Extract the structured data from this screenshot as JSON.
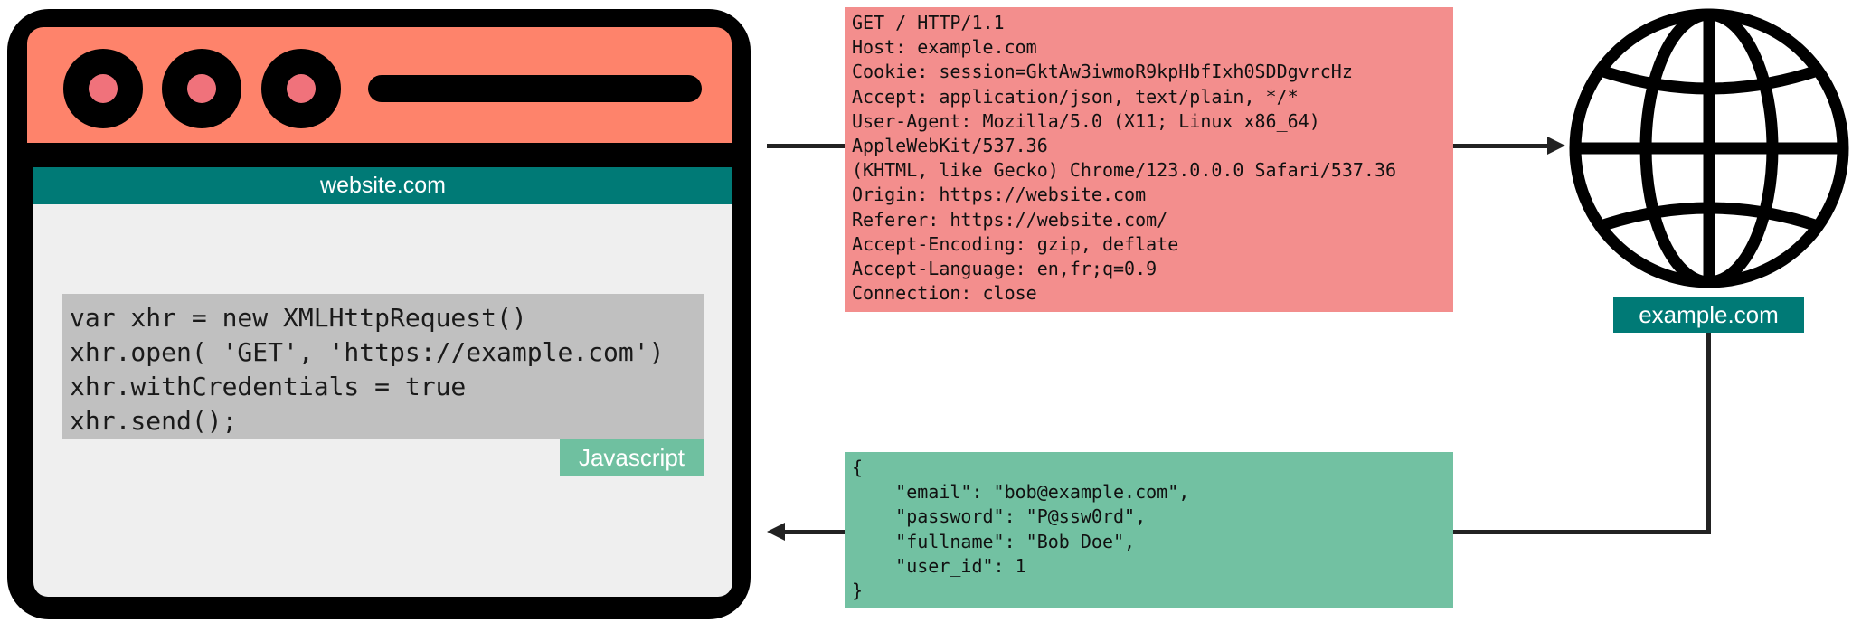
{
  "browser": {
    "site_label": "website.com",
    "code_lines": [
      "var xhr = new XMLHttpRequest()",
      "xhr.open( 'GET', 'https://example.com')",
      "xhr.withCredentials = true",
      "xhr.send();"
    ],
    "code_language_label": "Javascript"
  },
  "request": {
    "lines": [
      "GET / HTTP/1.1",
      "Host: example.com",
      "Cookie: session=GktAw3iwmoR9kpHbfIxh0SDDgvrcHz",
      "Accept: application/json, text/plain, */*",
      "User-Agent: Mozilla/5.0 (X11; Linux x86_64)",
      "AppleWebKit/537.36",
      "(KHTML, like Gecko) Chrome/123.0.0.0 Safari/537.36",
      "Origin: https://website.com",
      "Referer: https://website.com/",
      "Accept-Encoding: gzip, deflate",
      "Accept-Language: en,fr;q=0.9",
      "Connection: close"
    ]
  },
  "response": {
    "lines": [
      "{",
      "    \"email\": \"bob@example.com\",",
      "    \"password\": \"P@ssw0rd\",",
      "    \"fullname\": \"Bob Doe\",",
      "    \"user_id\": 1",
      "}"
    ]
  },
  "server": {
    "label": "example.com",
    "icon": "globe-icon"
  },
  "colors": {
    "titlebar": "#fe836b",
    "banner_teal": "#007a76",
    "request_red": "#f38e8d",
    "response_green": "#72c1a2",
    "code_gray": "#c0c0c0"
  }
}
